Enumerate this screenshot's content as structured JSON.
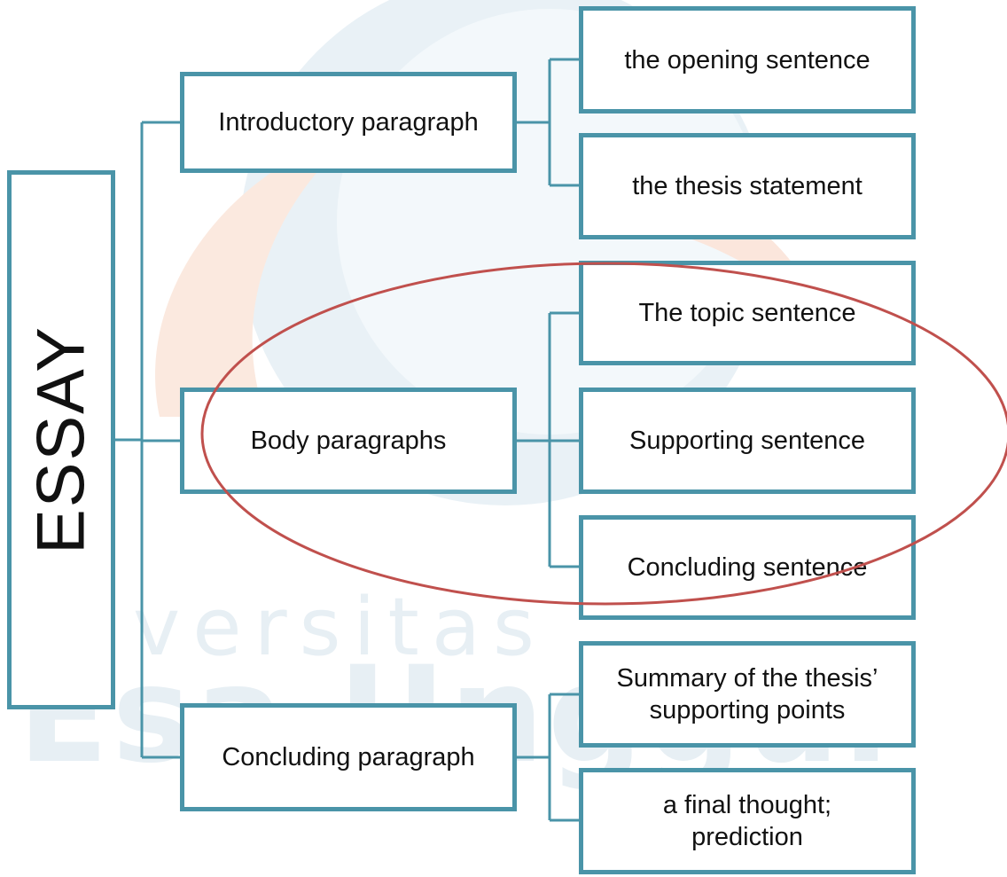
{
  "root": {
    "label": "ESSAY"
  },
  "watermark": {
    "line1": "versitas",
    "line2": "Esa Unggul"
  },
  "branches": [
    {
      "label": "Introductory paragraph",
      "children": [
        {
          "label": "the opening sentence"
        },
        {
          "label": "the thesis statement"
        }
      ]
    },
    {
      "label": "Body paragraphs",
      "highlighted": true,
      "children": [
        {
          "label": "The topic sentence"
        },
        {
          "label": "Supporting sentence"
        },
        {
          "label": "Concluding sentence"
        }
      ]
    },
    {
      "label": "Concluding paragraph",
      "children": [
        {
          "label": "Summary of the thesis’ supporting points"
        },
        {
          "label": "a final thought;\nprediction"
        }
      ]
    }
  ],
  "colors": {
    "box_border": "#4a94a8",
    "connector": "#4a94a8",
    "highlight_ellipse": "#c0504d",
    "watermark_blue": "#e6eff5",
    "watermark_orange": "#fbe9df"
  }
}
